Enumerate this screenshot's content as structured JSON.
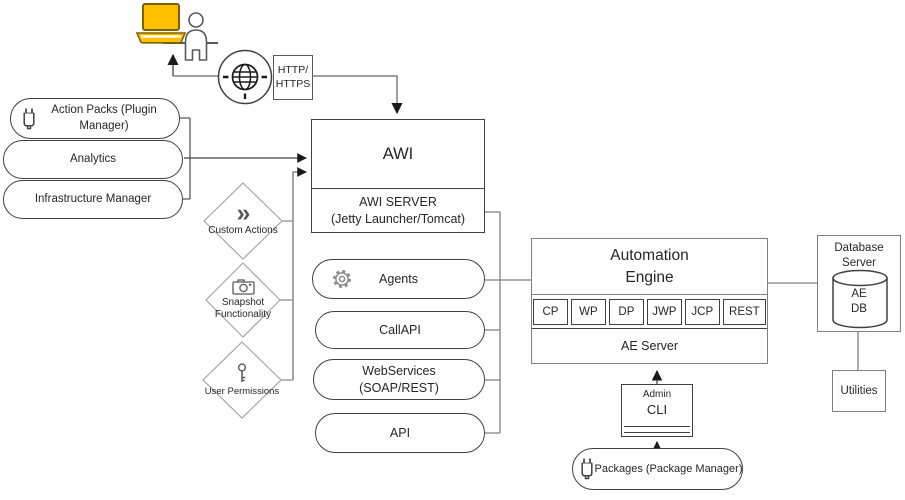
{
  "internet": {
    "label": "HTTP/\nHTTPS"
  },
  "left_stack": {
    "items": [
      {
        "label": "Action Packs (Plugin Manager)"
      },
      {
        "label": "Analytics"
      },
      {
        "label": "Infrastructure Manager"
      }
    ]
  },
  "features": {
    "items": [
      {
        "label": "Custom Actions"
      },
      {
        "label": "Snapshot\nFunctionality"
      },
      {
        "label": "User Permissions"
      }
    ]
  },
  "awi": {
    "title": "AWI",
    "server_label": "AWI SERVER\n(Jetty Launcher/Tomcat)"
  },
  "components": {
    "items": [
      {
        "label": "Agents"
      },
      {
        "label": "CallAPI"
      },
      {
        "label": "WebServices\n(SOAP/REST)"
      },
      {
        "label": "API"
      }
    ]
  },
  "automation_engine": {
    "title": "Automation\nEngine",
    "processes": [
      "CP",
      "WP",
      "DP",
      "JWP",
      "JCP",
      "REST"
    ],
    "server_label": "AE Server"
  },
  "database": {
    "title": "Database\nServer",
    "db_label": "AE\nDB"
  },
  "utilities": {
    "label": "Utilities"
  },
  "cli": {
    "top_label": "Admin",
    "label": "CLI"
  },
  "packages": {
    "label": "Packages (Package Manager)"
  },
  "icons": {
    "chevrons_glyph": "»"
  },
  "colors": {
    "laptop_fill": "#ffc000",
    "laptop_stroke": "#7f6000",
    "dark_border": "#404040",
    "light_border": "#7f7f7f",
    "diamond_border": "#a6a6a6",
    "text": "#262626"
  }
}
